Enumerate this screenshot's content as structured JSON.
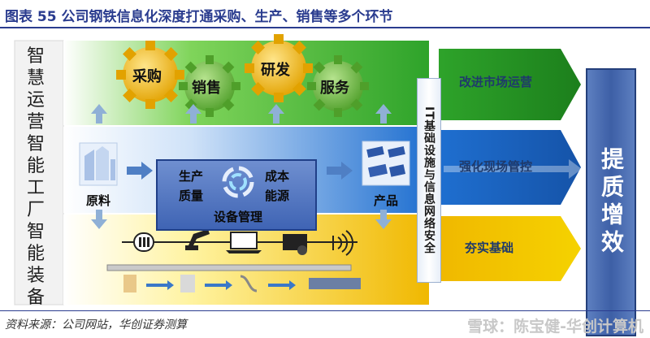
{
  "title": "图表 55   公司钢铁信息化深度打通采购、生产、销售等多个环节",
  "layers": {
    "smart_ops": "智慧运营",
    "smart_factory": "智能工厂",
    "smart_equipment": "智能装备"
  },
  "gears": [
    "采购",
    "销售",
    "研发",
    "服务"
  ],
  "core": {
    "top_left": "生产",
    "top_right": "成本",
    "mid_left": "质量",
    "mid_right": "能源",
    "bottom": "设备管理"
  },
  "raw_material": "原料",
  "product": "产品",
  "it_stack": "IT基础设施与信息网络安全",
  "arrows": {
    "top": "改进市场运营",
    "middle": "强化现场管控",
    "bottom": "夯实基础"
  },
  "result": "提质增效",
  "source": "资料来源：公司网站，华创证券测算",
  "watermark": "雪球：陈宝健-华创计算机",
  "colors": {
    "ops_band": "#5cc63a",
    "factory_band": "#2f7fd8",
    "equipment_band": "#f2c200",
    "gear": "#79c24a",
    "gear_highlight": "#f6c53a",
    "result_box": "#3d5fa6"
  }
}
